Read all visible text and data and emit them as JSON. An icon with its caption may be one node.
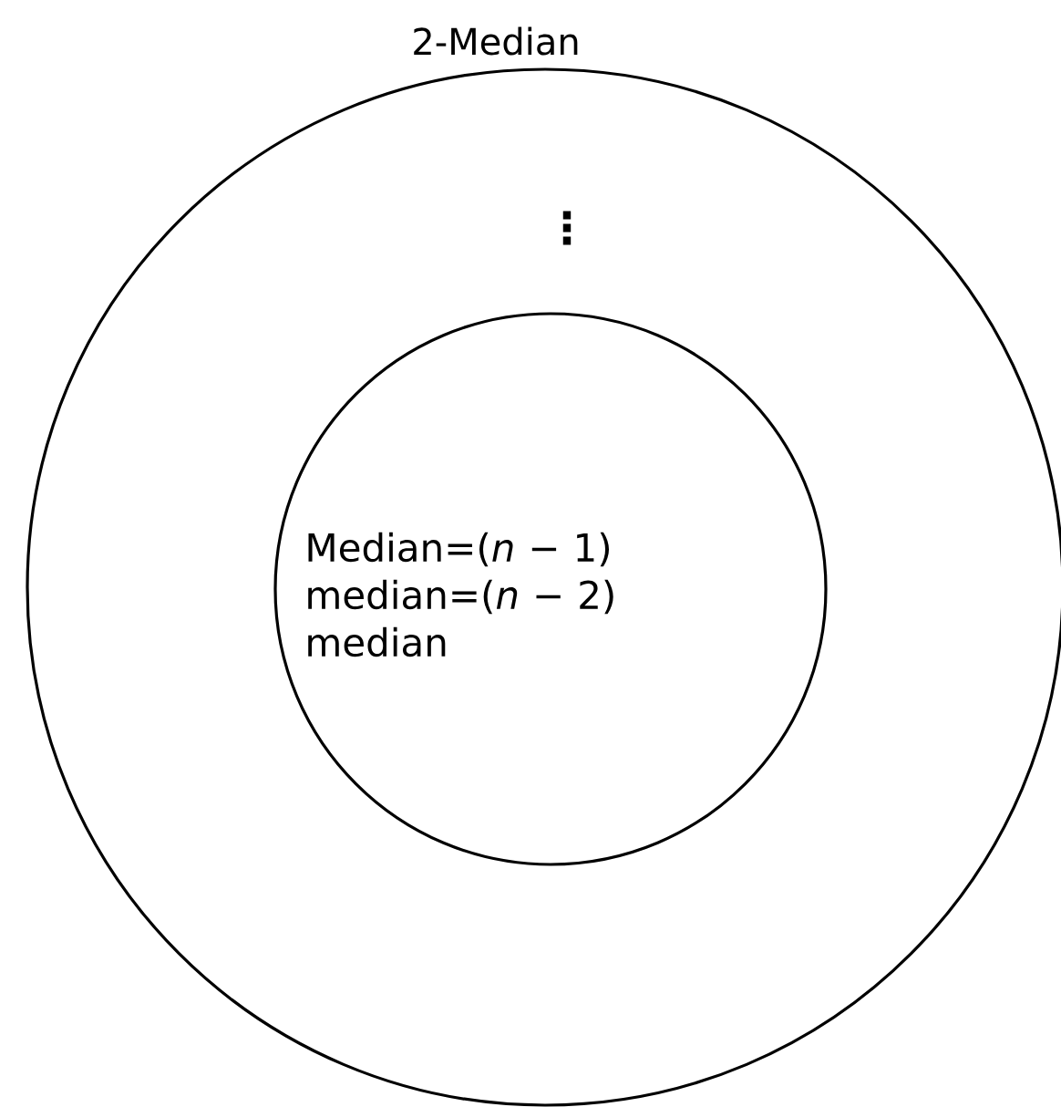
{
  "diagram": {
    "nodes": [
      {
        "text": [
          "2-Median",
          "⋮"
        ]
      },
      {
        "text": [
          "Median=(*n* − 1) median=(*n* − 2) median"
        ],
        "in": 0
      }
    ]
  }
}
